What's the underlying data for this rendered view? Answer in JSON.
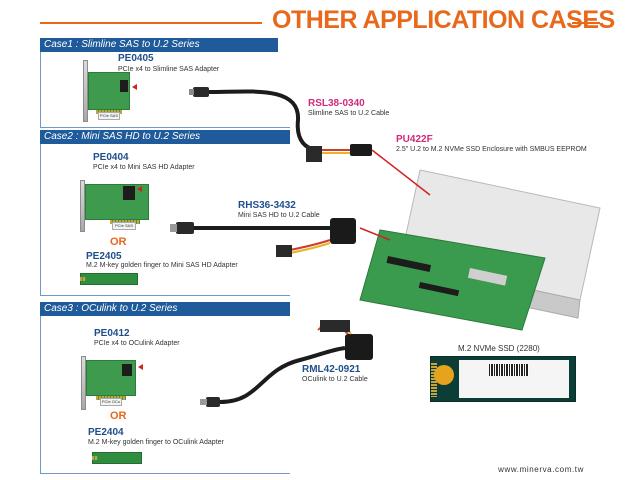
{
  "title": "OTHER APPLICATION CASES",
  "cases": [
    {
      "header": "Case1 : Slimline SAS to U.2 Series",
      "adapter": {
        "code": "PE0405",
        "desc": "PCIe x4 to Slimline SAS Adapter"
      },
      "cable": {
        "code": "RSL38-0340",
        "desc": "Slimline SAS to U.2 Cable"
      }
    },
    {
      "header": "Case2 : Mini SAS HD to U.2 Series",
      "adapter": {
        "code": "PE0404",
        "desc": "PCIe x4 to Mini SAS HD Adapter"
      },
      "or": "OR",
      "alt_adapter": {
        "code": "PE2405",
        "desc": "M.2 M-key golden finger to Mini SAS HD Adapter"
      },
      "cable": {
        "code": "RHS36-3432",
        "desc": "Mini SAS HD to U.2 Cable"
      }
    },
    {
      "header": "Case3 : OCulink to U.2 Series",
      "adapter": {
        "code": "PE0412",
        "desc": "PCIe x4 to OCulink Adapter"
      },
      "or": "OR",
      "alt_adapter": {
        "code": "PE2404",
        "desc": "M.2 M-key golden finger to OCulink Adapter"
      },
      "cable": {
        "code": "RML42-0921",
        "desc": "OCulink to U.2 Cable"
      }
    }
  ],
  "enclosure": {
    "code": "PU422F",
    "desc": "2.5\" U.2 to M.2 NVMe SSD Enclosure with SMBUS EEPROM"
  },
  "ssd": {
    "caption": "M.2 NVMe SSD (2280)"
  },
  "website": "www.minerva.com.tw",
  "colors": {
    "accent_orange": "#e8681c",
    "case_bar_blue": "#1f5b9a",
    "pink_code": "#d12a7a",
    "code_blue": "#1f4f8a"
  }
}
